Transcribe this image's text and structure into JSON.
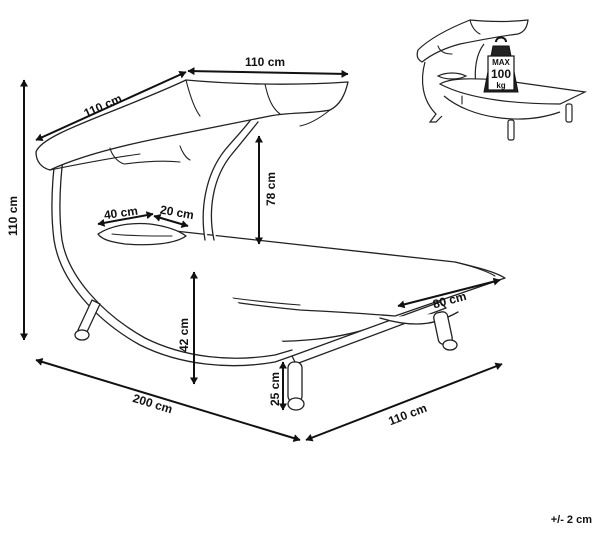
{
  "dimensions": {
    "canopy_width": "110 cm",
    "canopy_depth": "110 cm",
    "total_height": "110 cm",
    "canopy_clearance": "78 cm",
    "pillow_width": "40 cm",
    "pillow_depth": "20 cm",
    "bed_width": "80 cm",
    "seat_height": "42 cm",
    "wheel_height": "25 cm",
    "length": "200 cm",
    "width": "110 cm"
  },
  "max_load": {
    "line1": "MAX",
    "line2": "100",
    "line3": "kg"
  },
  "tolerance": "+/- 2 cm"
}
